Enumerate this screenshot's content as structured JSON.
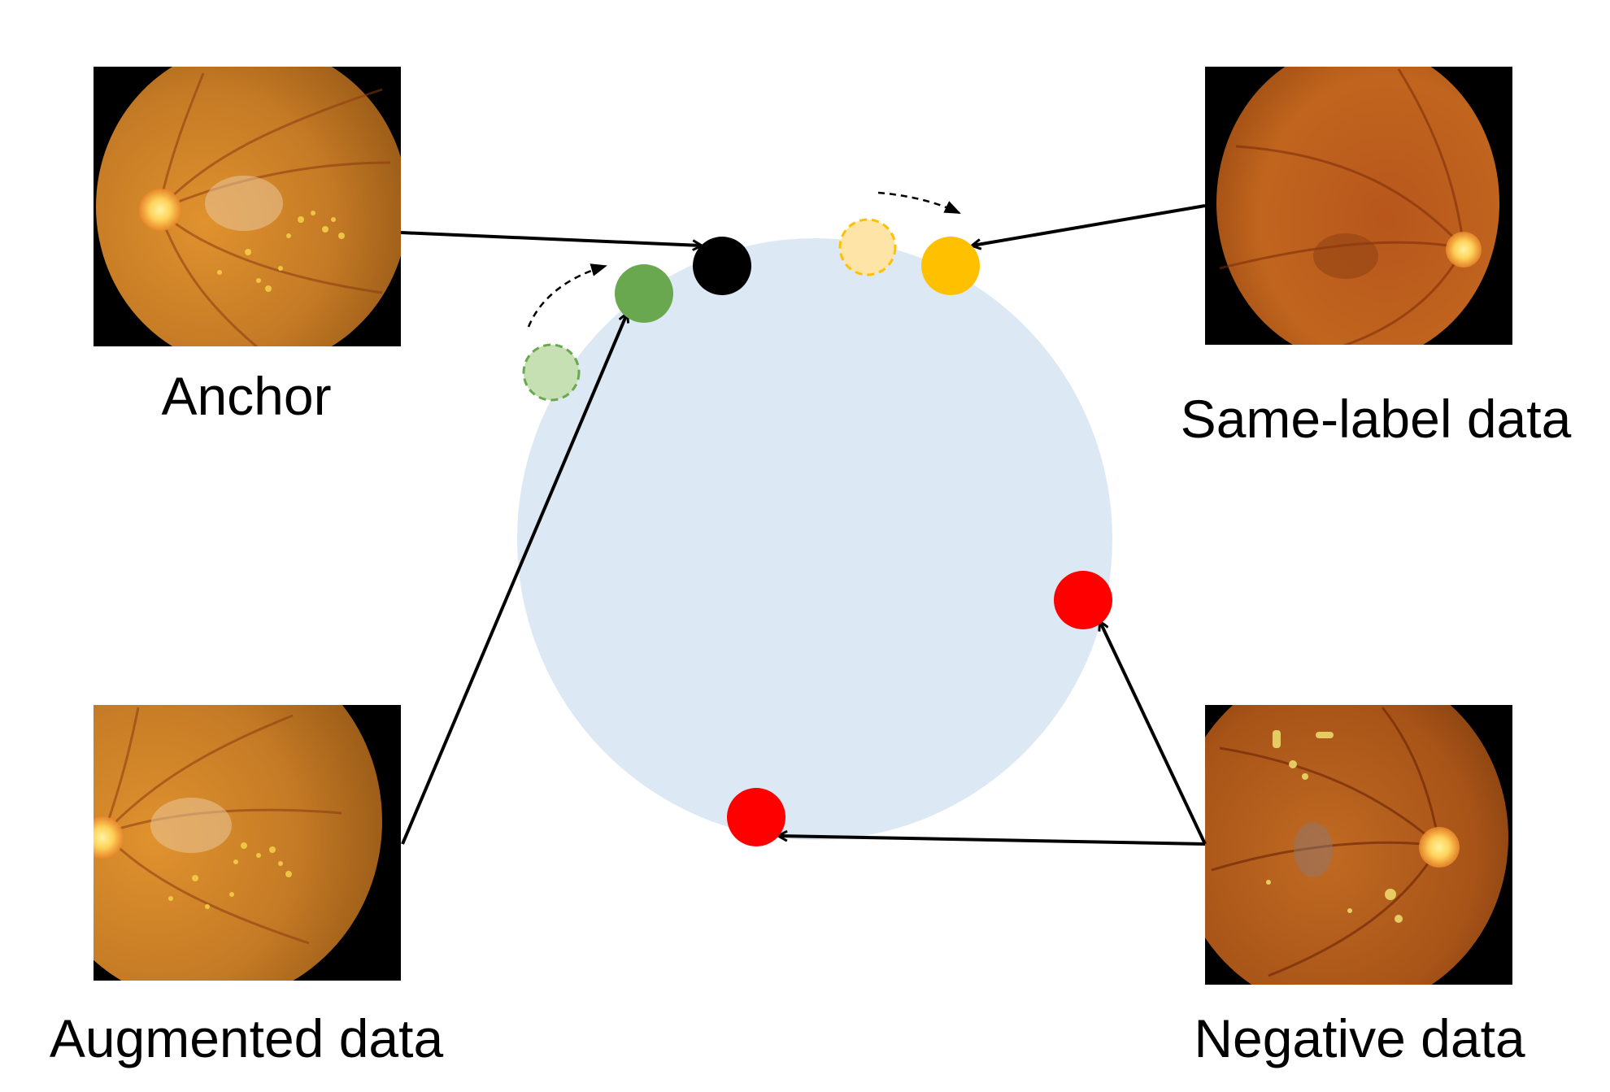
{
  "figure": {
    "labels": {
      "anchor": "Anchor",
      "same_label": "Same-label data",
      "augmented": "Augmented data",
      "negative": "Negative data"
    },
    "images": [
      {
        "id": "anchor",
        "description": "retinal fundus photograph, optic disc left, yellow exudates"
      },
      {
        "id": "same_label",
        "description": "retinal fundus photograph, optic disc right"
      },
      {
        "id": "augmented",
        "description": "augmented (rotated/shifted) copy of anchor fundus photograph"
      },
      {
        "id": "negative",
        "description": "retinal fundus photograph with lesions, optic disc right"
      }
    ],
    "colors": {
      "embedding_space": "#dde8f5",
      "anchor_point": "#000000",
      "augmented_point": "#6aa84f",
      "augmented_point_previous": "#c6e0b4",
      "same_label_point": "#ffc000",
      "same_label_point_previous": "#ffe4a8",
      "negative_point": "#ff0000"
    }
  }
}
